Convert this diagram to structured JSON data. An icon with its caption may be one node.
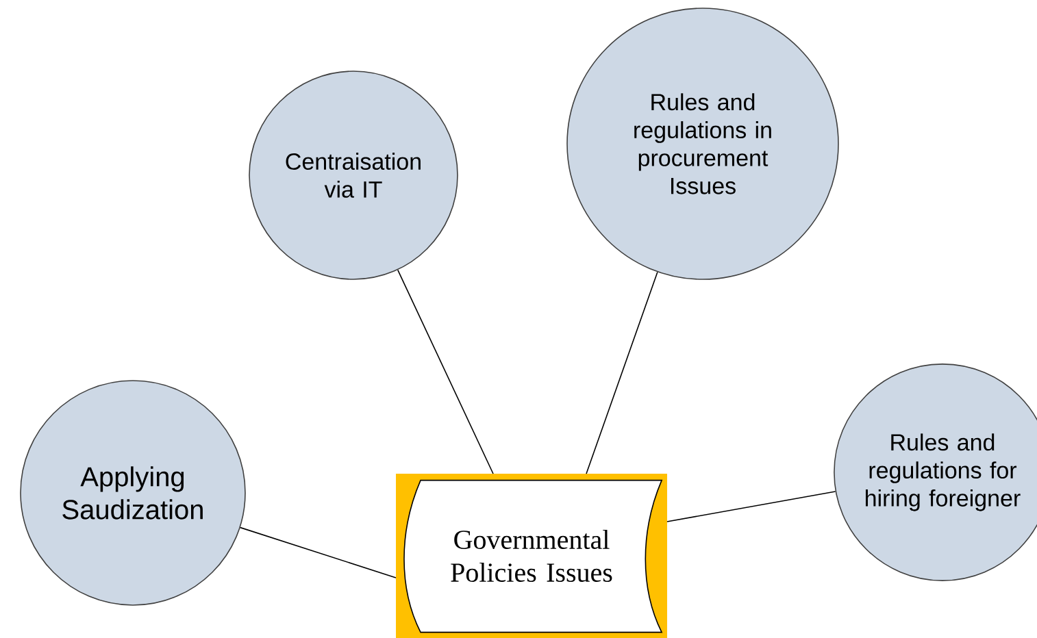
{
  "diagram": {
    "nodes": [
      {
        "text": [
          "Centraisation via IT"
        ]
      },
      {
        "text": [
          "Rules and regulations in procurement Issues"
        ]
      },
      {
        "text": [
          "Applying Saudization"
        ]
      },
      {
        "text": [
          "Governmental Policies Issues"
        ]
      },
      {
        "text": [
          "Rules and regulations for hiring foreigner"
        ]
      }
    ],
    "edges": [
      {
        "from": 3,
        "to": 0,
        "arrow": "none"
      },
      {
        "from": 3,
        "to": 1,
        "arrow": "none"
      },
      {
        "from": 3,
        "to": 2,
        "arrow": "none"
      },
      {
        "from": 3,
        "to": 4,
        "arrow": "none"
      }
    ]
  }
}
